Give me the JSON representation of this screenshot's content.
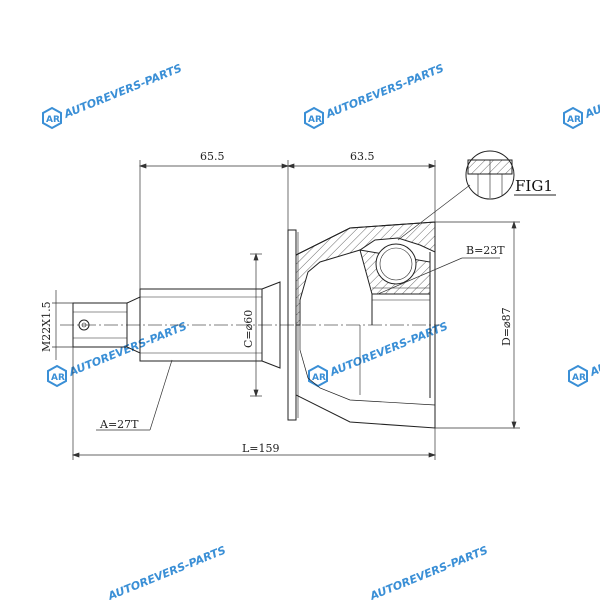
{
  "watermark": {
    "text": "AUTOREVERS-PARTS",
    "logo": "AR",
    "color": "#3a8fd6"
  },
  "drawing": {
    "dim_shaft_length": "65.5",
    "dim_body_length": "63.5",
    "fig_label": "FIG1",
    "thread_label": "M22X1.5",
    "shaft_diameter_label": "C=⌀60",
    "outer_diameter_label": "D=⌀87",
    "outer_spline_label": "A=27T",
    "inner_spline_label": "B=23T",
    "total_length_label": "L=159"
  }
}
